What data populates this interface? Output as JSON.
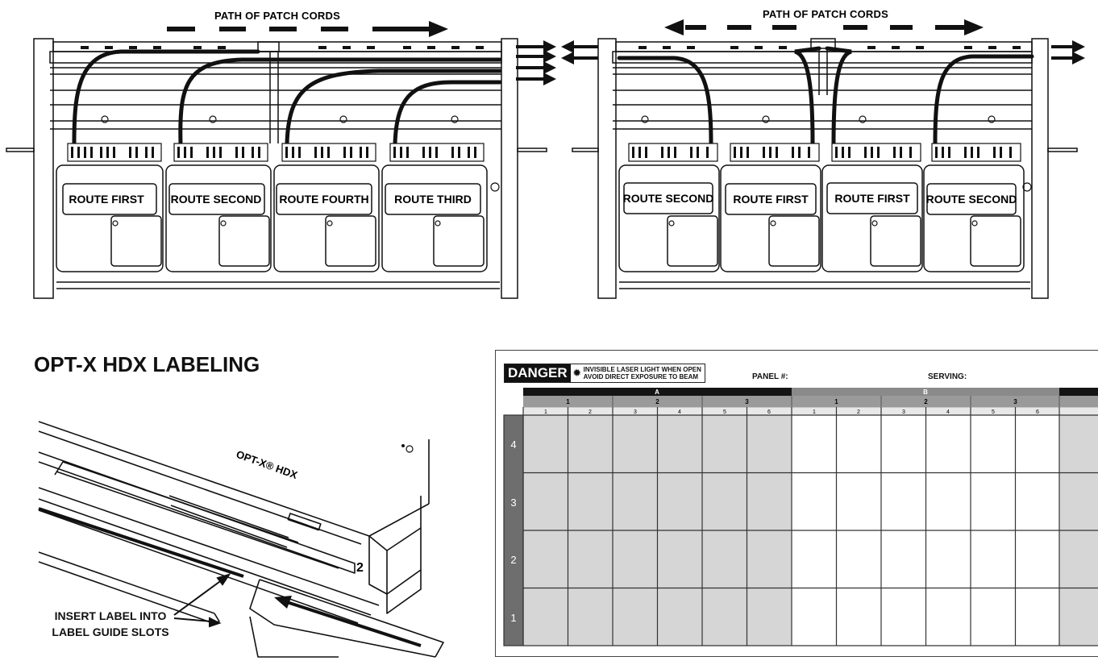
{
  "top_left": {
    "title": "PATH OF PATCH CORDS",
    "modules": [
      "ROUTE FIRST",
      "ROUTE SECOND",
      "ROUTE FOURTH",
      "ROUTE THIRD"
    ]
  },
  "top_right": {
    "title": "PATH OF PATCH CORDS",
    "modules": [
      "ROUTE SECOND",
      "ROUTE FIRST",
      "ROUTE FIRST",
      "ROUTE SECOND"
    ]
  },
  "labeling": {
    "title": "OPT-X HDX LABELING",
    "product_mark": "OPT-X® HDX",
    "slot_number": "2",
    "callout_line1": "INSERT LABEL INTO",
    "callout_line2": "LABEL GUIDE SLOTS"
  },
  "label_card": {
    "danger_word": "DANGER",
    "danger_icon": "laser-starburst-icon",
    "warning_line1": "INVISIBLE LASER LIGHT WHEN OPEN",
    "warning_line2": "AVOID DIRECT EXPOSURE TO BEAM",
    "panel_label": "PANEL #:",
    "serving_label": "SERVING:",
    "group_a": "A",
    "group_b": "B",
    "a_modules": [
      "1",
      "2",
      "3"
    ],
    "b_modules": [
      "1",
      "2",
      "3"
    ],
    "a_ports": [
      "1",
      "2",
      "3",
      "4",
      "5",
      "6"
    ],
    "b_ports": [
      "1",
      "2",
      "3",
      "4",
      "5",
      "6"
    ],
    "rows": [
      "4",
      "3",
      "2",
      "1"
    ],
    "colors": {
      "header_black": "#151515",
      "header_gray": "#8a8a8a",
      "row_bar": "#6e6e6e",
      "shaded_cell": "#d6d6d6"
    }
  }
}
